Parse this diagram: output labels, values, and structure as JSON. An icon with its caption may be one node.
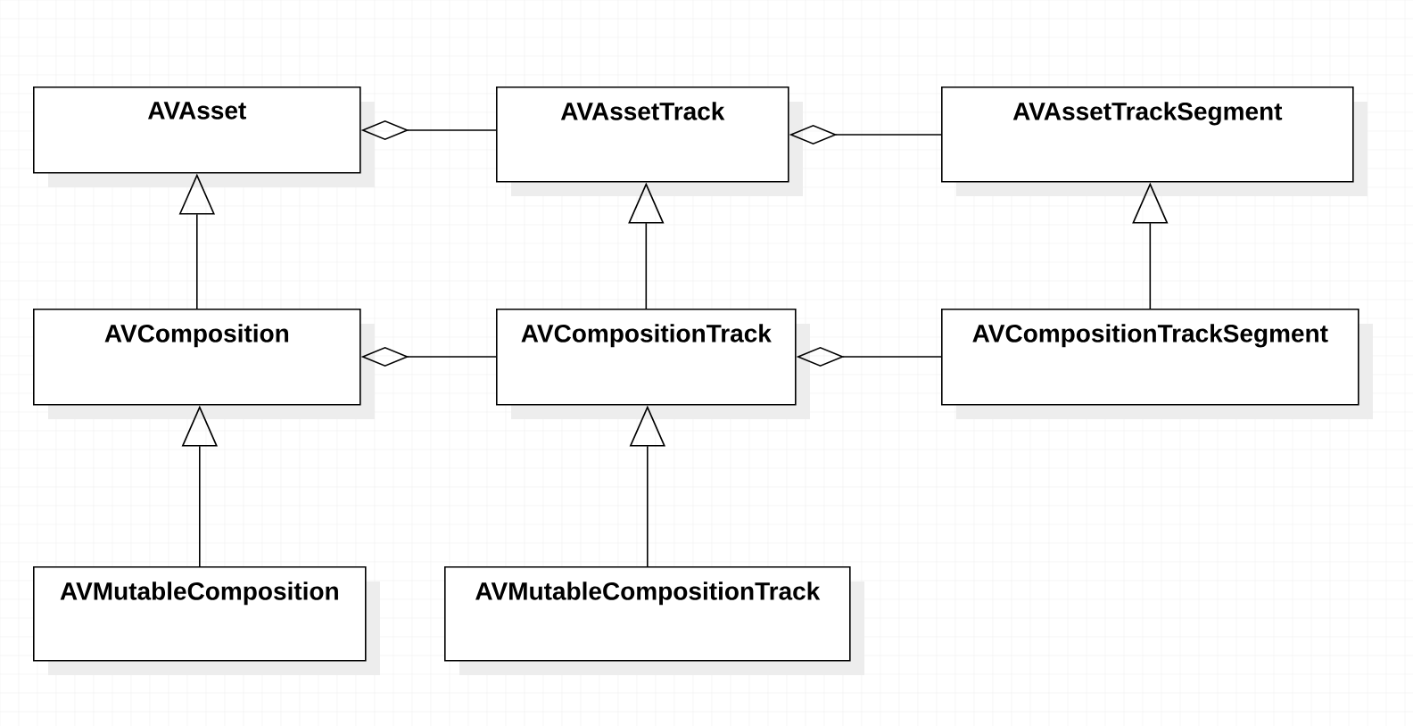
{
  "diagram": {
    "nodes": [
      {
        "text": [
          "AVAsset"
        ]
      },
      {
        "text": [
          "AVAssetTrack"
        ]
      },
      {
        "text": [
          "AVAssetTrackSegment"
        ]
      },
      {
        "text": [
          "AVComposition"
        ]
      },
      {
        "text": [
          "AVCompositionTrack"
        ]
      },
      {
        "text": [
          "AVCompositionTrackSegment"
        ]
      },
      {
        "text": [
          "AVMutableComposition"
        ]
      },
      {
        "text": [
          "AVMutableCompositionTrack"
        ]
      }
    ],
    "edges": [
      {
        "from": 1,
        "to": 0,
        "arrow": "other"
      },
      {
        "from": 2,
        "to": 1,
        "arrow": "other"
      },
      {
        "from": 3,
        "to": 0,
        "arrow": "to"
      },
      {
        "from": 4,
        "to": 1,
        "arrow": "to"
      },
      {
        "from": 5,
        "to": 2,
        "arrow": "to"
      },
      {
        "from": 4,
        "to": 3,
        "arrow": "other"
      },
      {
        "from": 5,
        "to": 4,
        "arrow": "other"
      },
      {
        "from": 6,
        "to": 3,
        "arrow": "to"
      },
      {
        "from": 7,
        "to": 4,
        "arrow": "to"
      }
    ]
  }
}
